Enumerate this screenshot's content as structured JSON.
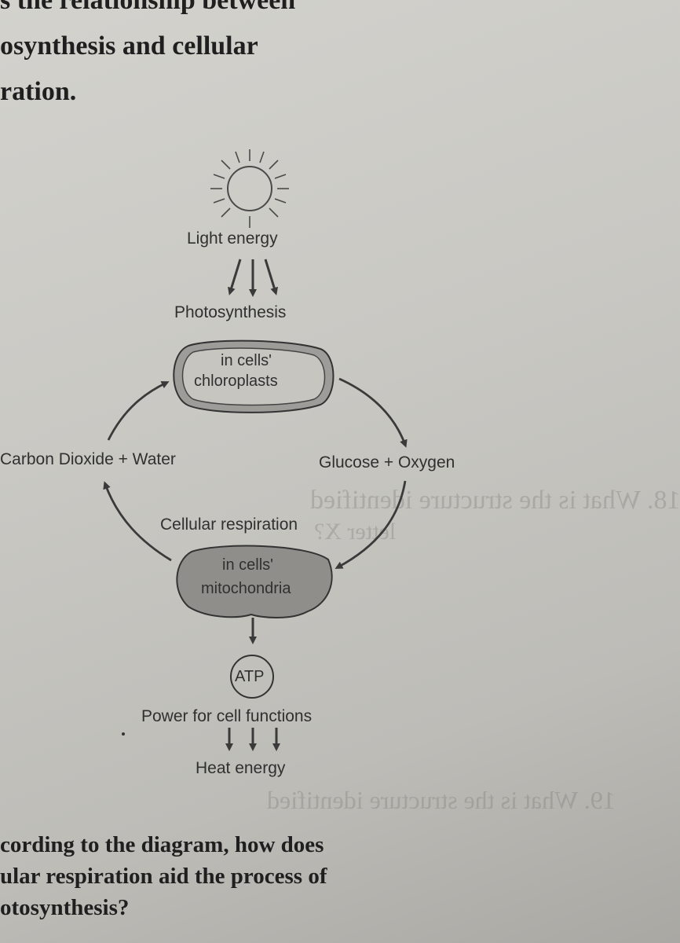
{
  "question_top": {
    "line1": "s the relationship between",
    "line2": "osynthesis and cellular",
    "line3": "ration."
  },
  "diagram": {
    "light_energy": "Light energy",
    "photosynthesis": "Photosynthesis",
    "chloroplast_line1": "in cells'",
    "chloroplast_line2": "chloroplasts",
    "reactants_left": "Carbon Dioxide + Water",
    "products_right": "Glucose + Oxygen",
    "cellular_respiration": "Cellular respiration",
    "mito_line1": "in cells'",
    "mito_line2": "mitochondria",
    "atp": "ATP",
    "power": "Power for cell functions",
    "heat": "Heat energy"
  },
  "question_bottom": {
    "line1": "cording to the diagram, how does",
    "line2": "ular respiration aid the process of",
    "line3": "otosynthesis?"
  },
  "bleed_through": {
    "line1": "18. What is the structure identified",
    "line2": "letter X?",
    "line3": "19. What is the structure identified"
  }
}
